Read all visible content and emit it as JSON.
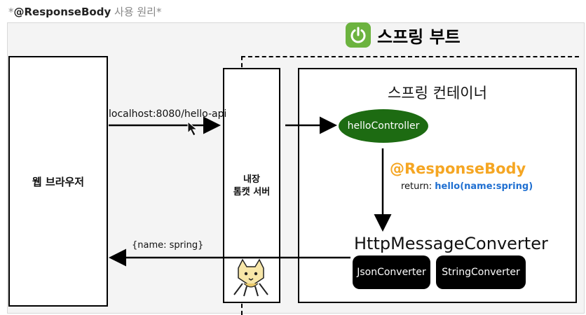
{
  "page_title": {
    "symbol": "*",
    "main": "@ResponseBody",
    "suffix": "사용 원리",
    "end": "*"
  },
  "boot": {
    "label": "스프링 부트"
  },
  "browser": {
    "label": "웹 브라우저"
  },
  "tomcat": {
    "line1": "내장",
    "line2": "톰캣 서버"
  },
  "container": {
    "label": "스프링 컨테이너"
  },
  "request_url": "localhost:8080/hello-api",
  "response_json": "{name: spring}",
  "controller": "helloController",
  "annotation": "@ResponseBody",
  "return_label": "return:",
  "return_value": "hello(name:spring)",
  "converter": "HttpMessageConverter",
  "converters": [
    "JsonConverter",
    "StringConverter"
  ],
  "colors": {
    "annotation": "#f5a623",
    "return_value": "#1f6fd1",
    "controller": "#1d6b12",
    "boot": "#6cb33f"
  }
}
